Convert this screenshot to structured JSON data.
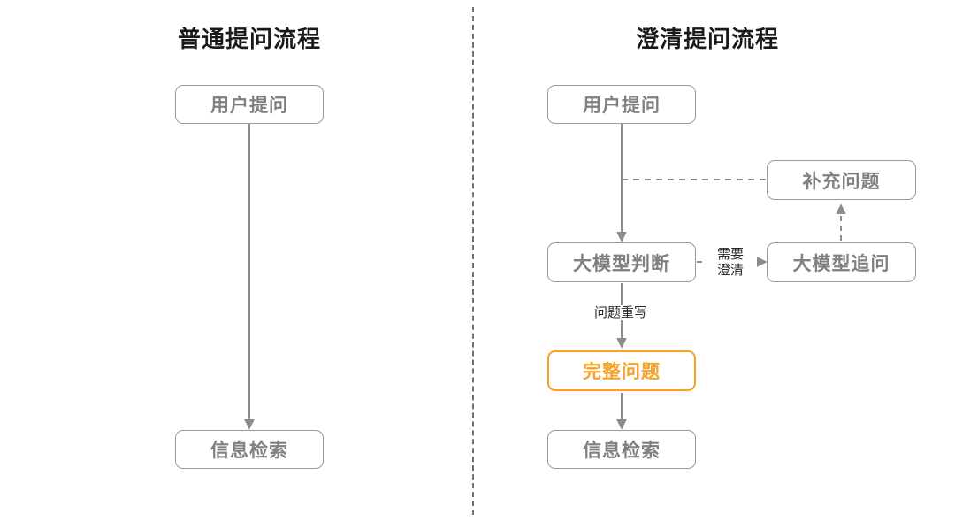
{
  "diagram": {
    "type": "flowchart",
    "background": "#ffffff",
    "colors": {
      "node_border": "#9a9a9a",
      "node_text": "#808080",
      "highlight": "#f7a128",
      "edge": "#8c8c8c",
      "title_text": "#1a1a1a",
      "label_text": "#2b2b2b",
      "divider": "#6f6f6f"
    },
    "panels": [
      {
        "id": "left",
        "title": "普通提问流程",
        "nodes": [
          {
            "id": "l-user",
            "label": "用户提问",
            "style": "default"
          },
          {
            "id": "l-retrieval",
            "label": "信息检索",
            "style": "default"
          }
        ],
        "edges": [
          {
            "from": "l-user",
            "to": "l-retrieval",
            "style": "solid",
            "arrow": true,
            "label": ""
          }
        ]
      },
      {
        "id": "right",
        "title": "澄清提问流程",
        "nodes": [
          {
            "id": "r-user",
            "label": "用户提问",
            "style": "default"
          },
          {
            "id": "r-supplement",
            "label": "补充问题",
            "style": "default"
          },
          {
            "id": "r-judge",
            "label": "大模型判断",
            "style": "default"
          },
          {
            "id": "r-followup",
            "label": "大模型追问",
            "style": "default"
          },
          {
            "id": "r-complete",
            "label": "完整问题",
            "style": "highlight"
          },
          {
            "id": "r-retrieval",
            "label": "信息检索",
            "style": "default"
          }
        ],
        "edges": [
          {
            "from": "r-user",
            "to": "r-judge",
            "style": "solid",
            "arrow": true,
            "label": ""
          },
          {
            "from": "r-supplement",
            "to": "r-user-line",
            "style": "dashed",
            "arrow": false,
            "label": ""
          },
          {
            "from": "r-judge",
            "to": "r-followup",
            "style": "dashed",
            "arrow": true,
            "label": "需要澄清",
            "label_line1": "需要",
            "label_line2": "澄清"
          },
          {
            "from": "r-followup",
            "to": "r-supplement",
            "style": "dashed",
            "arrow": true,
            "label": ""
          },
          {
            "from": "r-judge",
            "to": "r-complete",
            "style": "solid",
            "arrow": true,
            "label": "问题重写"
          },
          {
            "from": "r-complete",
            "to": "r-retrieval",
            "style": "solid",
            "arrow": true,
            "label": ""
          }
        ]
      }
    ],
    "divider": {
      "orientation": "vertical",
      "style": "dashed"
    }
  }
}
